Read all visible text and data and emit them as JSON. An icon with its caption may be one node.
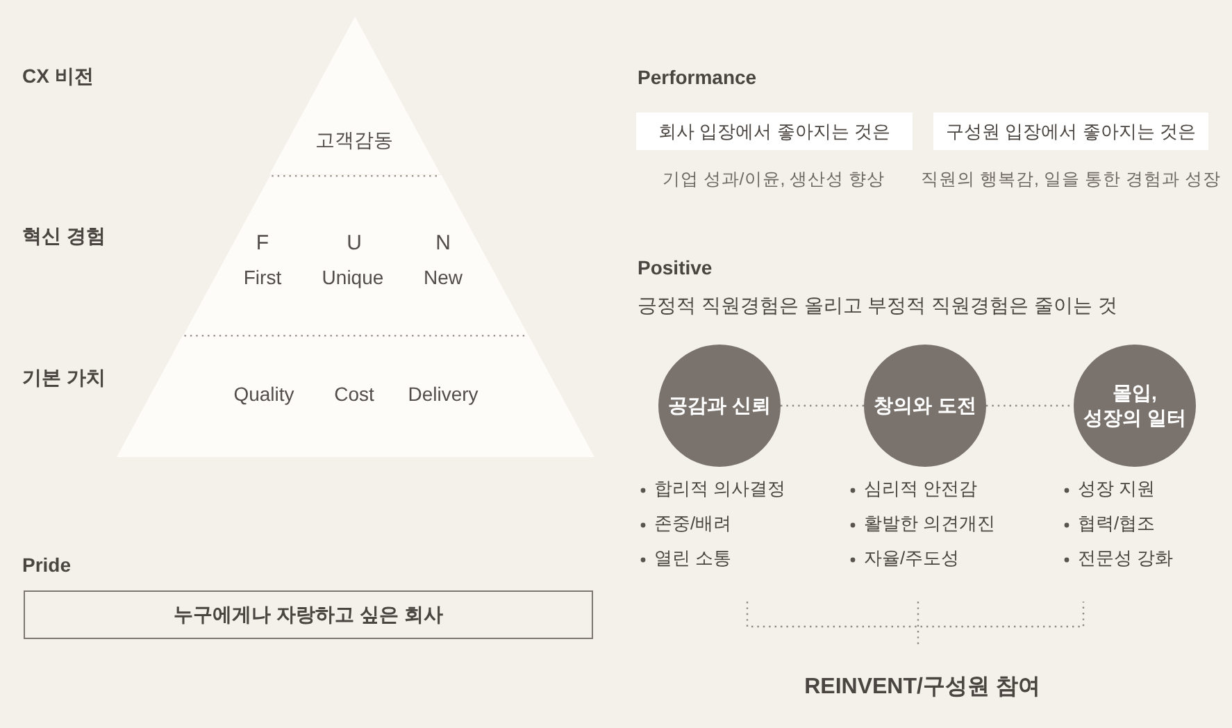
{
  "diagram": {
    "nodes": [
      {
        "text": [
          "고객감동"
        ]
      },
      {
        "text": [
          "F",
          "U",
          "N",
          "First",
          "Unique",
          "New"
        ]
      },
      {
        "text": [
          "Quality",
          "Cost",
          "Delivery"
        ]
      },
      {
        "text": [
          "Pride",
          "누구에게나 자랑하고 싶은 회사"
        ]
      },
      {
        "text": [
          "회사 입장에서 좋아지는 것은"
        ],
        "beside": [
          "기업 성과/이윤, 생산성 향상"
        ]
      },
      {
        "text": [
          "구성원 입장에서 좋아지는 것은"
        ],
        "beside": [
          "직원의 행복감, 일을 통한 경험과 성장"
        ]
      },
      {
        "text": [
          "공감과 신뢰"
        ],
        "beside": [
          "합리적 의사결정",
          "존중/배려",
          "열린 소통"
        ]
      },
      {
        "text": [
          "창의와 도전"
        ],
        "beside": [
          "심리적 안전감",
          "활발한 의견개진",
          "자율/주도성"
        ]
      },
      {
        "text": [
          "몰입, 성장의 일터"
        ],
        "beside": [
          "성장 지원",
          "협력/협조",
          "전문성 강화"
        ]
      }
    ],
    "edges": [
      {
        "from": 6,
        "to": 7,
        "arrow": "none",
        "style": "dashed"
      },
      {
        "from": 7,
        "to": 8,
        "arrow": "none",
        "style": "dashed"
      }
    ],
    "labels": [
      "CX 비전",
      "혁신 경험",
      "기본 가치",
      "Performance",
      "Positive",
      "긍정적 직원경험은 올리고 부정적 직원경험은 줄이는 것",
      "REINVENT/구성원 참여"
    ]
  }
}
